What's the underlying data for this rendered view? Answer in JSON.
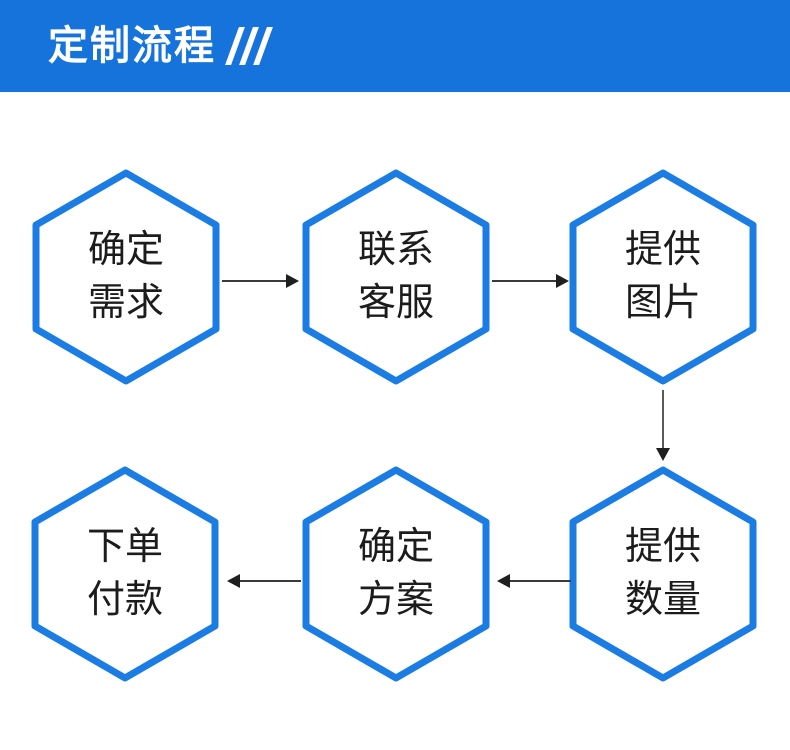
{
  "header": {
    "title": "定制流程",
    "slashes": "///",
    "bg_color": "#1673db",
    "text_color": "#ffffff"
  },
  "icons": {
    "header_decoration": "triple-slash-icon"
  },
  "flow": {
    "hex_border_color": "#1b7ce4",
    "hex_fill_color": "#ffffff",
    "arrow_color": "#2e2e2e",
    "steps": [
      {
        "order": 1,
        "line1": "确定",
        "line2": "需求"
      },
      {
        "order": 2,
        "line1": "联系",
        "line2": "客服"
      },
      {
        "order": 3,
        "line1": "提供",
        "line2": "图片"
      },
      {
        "order": 4,
        "line1": "提供",
        "line2": "数量"
      },
      {
        "order": 5,
        "line1": "确定",
        "line2": "方案"
      },
      {
        "order": 6,
        "line1": "下单",
        "line2": "付款"
      }
    ],
    "connections": [
      {
        "from": 1,
        "to": 2,
        "direction": "right"
      },
      {
        "from": 2,
        "to": 3,
        "direction": "right"
      },
      {
        "from": 3,
        "to": 4,
        "direction": "down"
      },
      {
        "from": 4,
        "to": 5,
        "direction": "left"
      },
      {
        "from": 5,
        "to": 6,
        "direction": "left"
      }
    ]
  }
}
